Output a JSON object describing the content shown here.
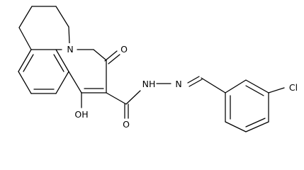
{
  "diagram": {
    "atom_labels": {
      "n_ring": "N",
      "o_lactam": "O",
      "nh_amide": "NH",
      "n_hydrazone": "N",
      "cl_substituent": "Cl",
      "hydroxyl": "OH",
      "o_amide": "O"
    },
    "colors": {
      "bond": "#000000",
      "label": "#000000",
      "background": "#ffffff"
    }
  }
}
